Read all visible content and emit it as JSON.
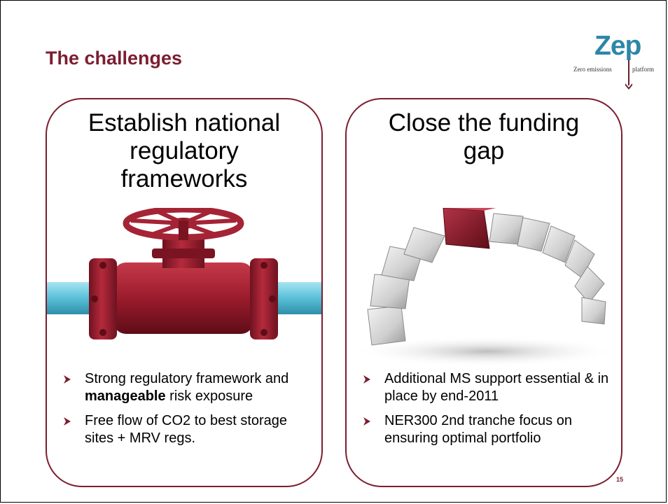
{
  "slide": {
    "title": "The challenges",
    "page_number": "15"
  },
  "logo": {
    "word": "Zep",
    "left_text": "Zero emissions",
    "right_text": "platform"
  },
  "panels": [
    {
      "heading": "Establish national regulatory frameworks",
      "image": "red-valve-on-blue-pipe",
      "bullets": [
        {
          "before": "Strong regulatory framework and ",
          "bold": "manageable",
          "after": " risk exposure"
        },
        {
          "before": "Free flow of CO2 to best storage sites + MRV regs.",
          "bold": "",
          "after": ""
        }
      ]
    },
    {
      "heading": "Close the funding gap",
      "image": "stone-arch-with-red-keystone",
      "bullets": [
        {
          "before": "Additional MS support essential & in place by end-2011",
          "bold": "",
          "after": ""
        },
        {
          "before": "NER300 2nd tranche focus on ensuring optimal portfolio",
          "bold": "",
          "after": ""
        }
      ]
    }
  ],
  "colors": {
    "accent": "#7b1e30",
    "pipe": "#5fc4dc",
    "valve": "#9b1b2c",
    "stone": "#cfcfcf",
    "logo_blue": "#2c86a8"
  }
}
